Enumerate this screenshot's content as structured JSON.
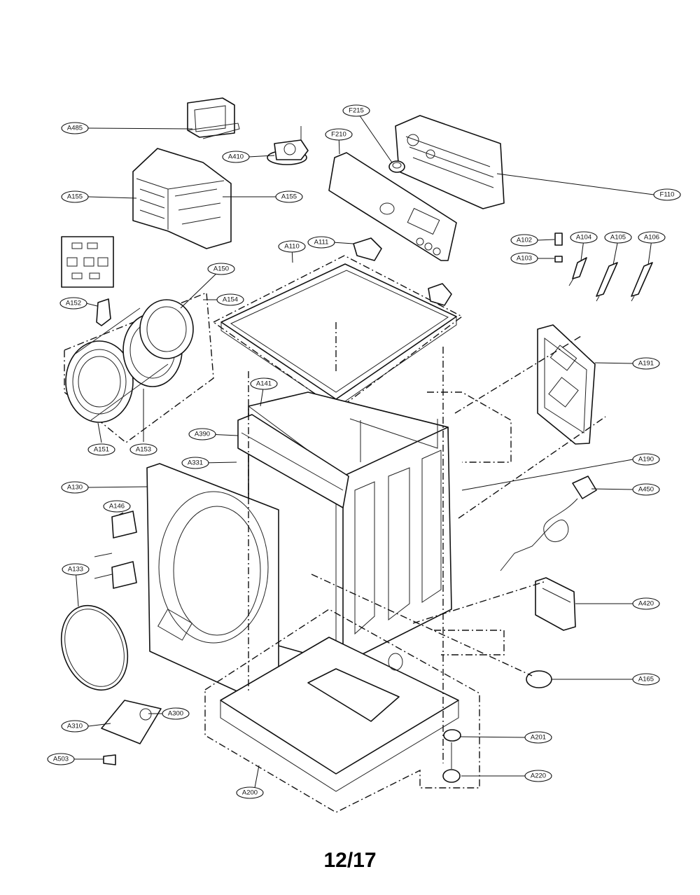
{
  "page_number": "12/17",
  "callouts": [
    {
      "id": "A485",
      "text": "A485"
    },
    {
      "id": "A410",
      "text": "A410"
    },
    {
      "id": "F215",
      "text": "F215"
    },
    {
      "id": "F210",
      "text": "F210"
    },
    {
      "id": "F110",
      "text": "F110"
    },
    {
      "id": "A155a",
      "text": "A155"
    },
    {
      "id": "A155b",
      "text": "A155"
    },
    {
      "id": "A102",
      "text": "A102"
    },
    {
      "id": "A103",
      "text": "A103"
    },
    {
      "id": "A104",
      "text": "A104"
    },
    {
      "id": "A105",
      "text": "A105"
    },
    {
      "id": "A106",
      "text": "A106"
    },
    {
      "id": "A110",
      "text": "A110"
    },
    {
      "id": "A111",
      "text": "A111"
    },
    {
      "id": "A150",
      "text": "A150"
    },
    {
      "id": "A152",
      "text": "A152"
    },
    {
      "id": "A154",
      "text": "A154"
    },
    {
      "id": "A191",
      "text": "A191"
    },
    {
      "id": "A141",
      "text": "A141"
    },
    {
      "id": "A151",
      "text": "A151"
    },
    {
      "id": "A153",
      "text": "A153"
    },
    {
      "id": "A390",
      "text": "A390"
    },
    {
      "id": "A331",
      "text": "A331"
    },
    {
      "id": "A190",
      "text": "A190"
    },
    {
      "id": "A130",
      "text": "A130"
    },
    {
      "id": "A450",
      "text": "A450"
    },
    {
      "id": "A146",
      "text": "A146"
    },
    {
      "id": "A133",
      "text": "A133"
    },
    {
      "id": "A420",
      "text": "A420"
    },
    {
      "id": "A165",
      "text": "A165"
    },
    {
      "id": "A310",
      "text": "A310"
    },
    {
      "id": "A300",
      "text": "A300"
    },
    {
      "id": "A201",
      "text": "A201"
    },
    {
      "id": "A503",
      "text": "A503"
    },
    {
      "id": "A220",
      "text": "A220"
    },
    {
      "id": "A200",
      "text": "A200"
    }
  ]
}
